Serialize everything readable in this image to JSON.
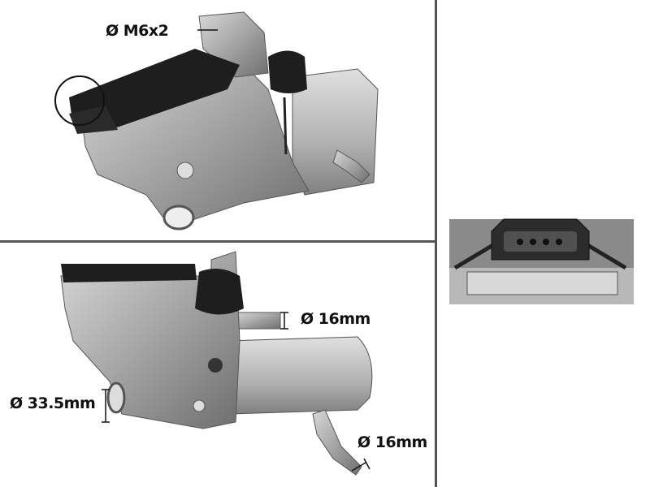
{
  "labels": {
    "thread": "Ø M6x2",
    "outlet_top": "Ø 16mm",
    "inlet": "Ø 33.5mm",
    "outlet_bottom": "Ø 16mm"
  },
  "colors": {
    "divider": "#555555",
    "metal": "#a8a8a8",
    "plastic": "#1e1e1e"
  }
}
